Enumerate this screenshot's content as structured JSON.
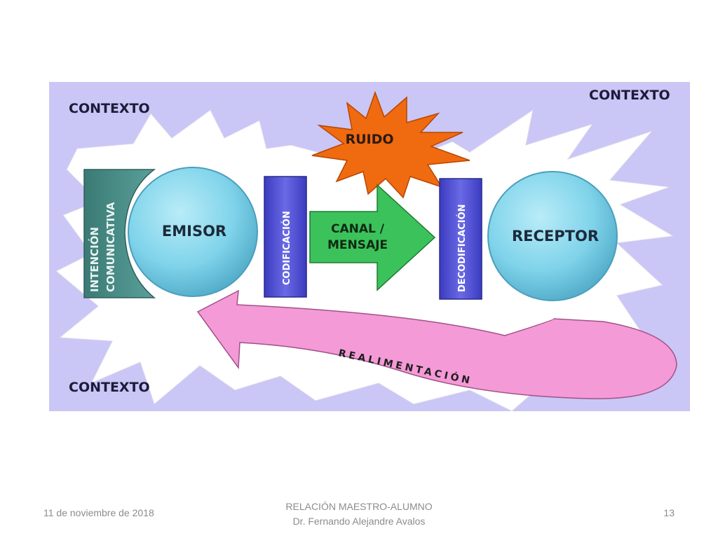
{
  "diagram": {
    "context_labels": [
      "CONTEXTO",
      "CONTEXTO",
      "CONTEXTO"
    ],
    "noise": "RUIDO",
    "intention": [
      "INTENCIÓN",
      "COMUNICATIVA"
    ],
    "sender": "EMISOR",
    "encoding": "CODIFICACIÓN",
    "channel": [
      "CANAL /",
      "MENSAJE"
    ],
    "decoding": "DECODIFICACIÓN",
    "receiver": "RECEPTOR",
    "feedback": "REALIMENTACIÓN",
    "colors": {
      "background": "#cac6f5",
      "noise": "#f06a10",
      "teal_block": "#4a8c86",
      "circles": "#7fd3ea",
      "purple_bars": "#5a5ad8",
      "arrow": "#3cc25a",
      "feedback": "#f49ad6"
    }
  },
  "footer": {
    "date": "11 de noviembre de 2018",
    "title": "RELACIÓN MAESTRO-ALUMNO",
    "author": "Dr. Fernando Alejandre Avalos",
    "page": "13"
  }
}
